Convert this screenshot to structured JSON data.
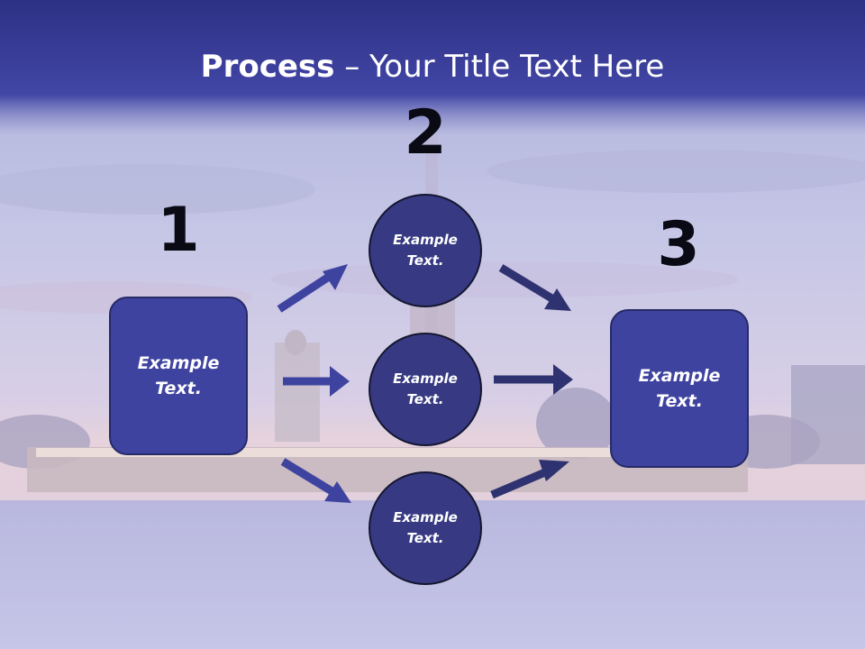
{
  "title": {
    "bold": "Process",
    "dash": " – ",
    "rest": "Your Title Text Here"
  },
  "steps": [
    {
      "number": "1"
    },
    {
      "number": "2"
    },
    {
      "number": "3"
    }
  ],
  "left_box": {
    "text": "Example\nText."
  },
  "circles": [
    {
      "text": "Example\nText."
    },
    {
      "text": "Example\nText."
    },
    {
      "text": "Example\nText."
    }
  ],
  "right_box": {
    "text": "Example\nText."
  },
  "colors": {
    "title_band": "#3b3f99",
    "box_fill": "#3f43a0",
    "circle_fill": "#373a82",
    "arrow_left": "#3f43a0",
    "arrow_right": "#2f3270",
    "number": "#0a0a14"
  }
}
